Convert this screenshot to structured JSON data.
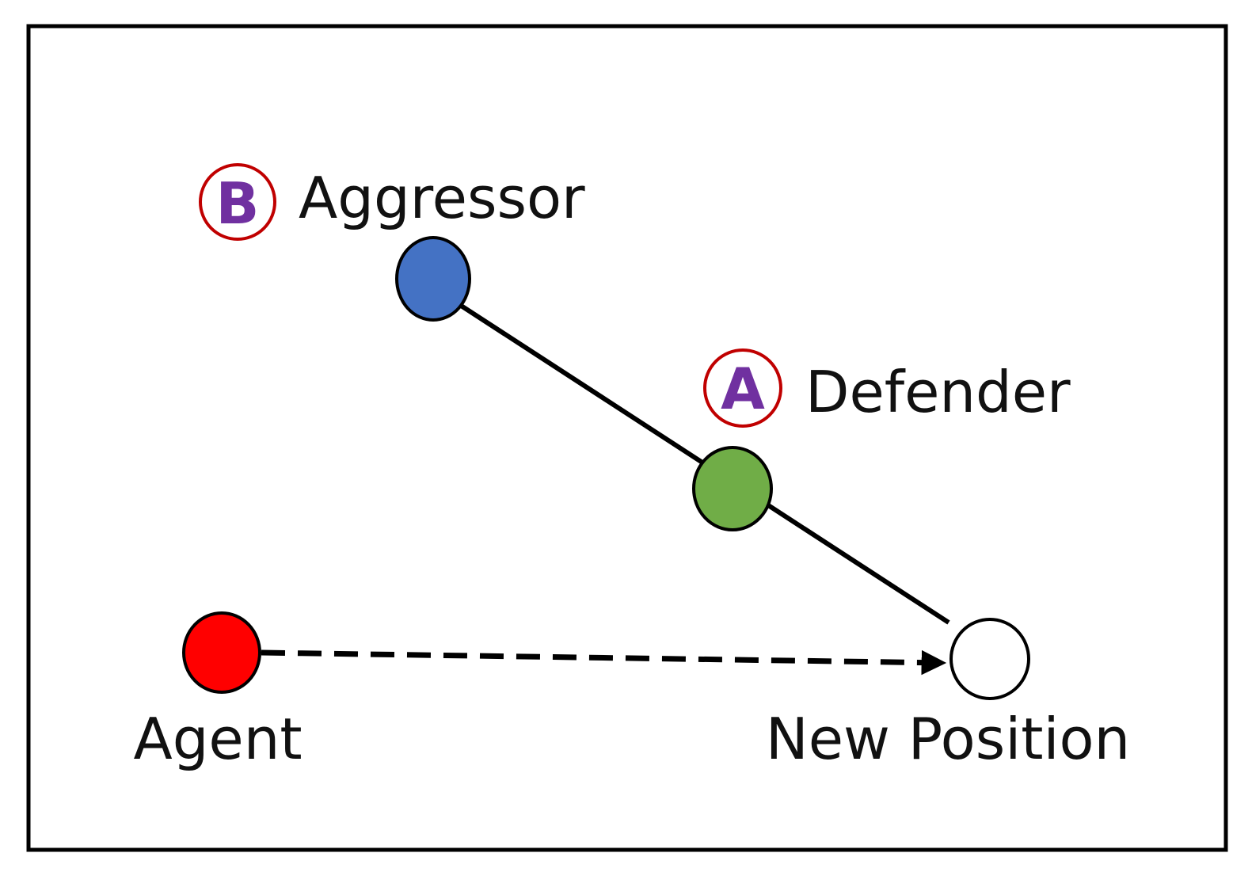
{
  "nodes": {
    "aggressor": {
      "label": "Aggressor",
      "badge": "B",
      "fill": "#4472C4"
    },
    "defender": {
      "label": "Defender",
      "badge": "A",
      "fill": "#70AD47"
    },
    "agent": {
      "label": "Agent",
      "fill": "#FF0000"
    },
    "new_position": {
      "label": "New Position",
      "fill": "#FFFFFF"
    }
  },
  "colors": {
    "stroke": "#000000",
    "badge_ring": "#C00000",
    "badge_letter": "#7030A0"
  },
  "edges": [
    {
      "from": "aggressor",
      "to": "new_position",
      "style": "solid"
    },
    {
      "from": "agent",
      "to": "new_position",
      "style": "dashed",
      "arrow": true
    }
  ]
}
